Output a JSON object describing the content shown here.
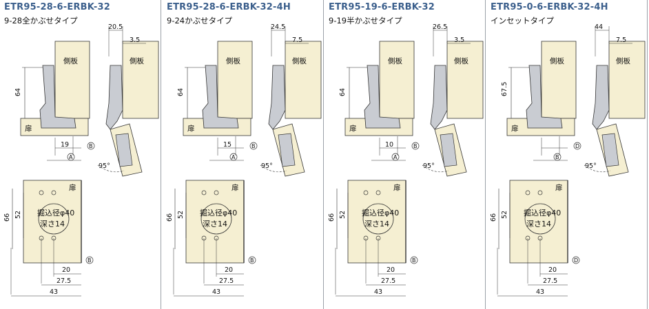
{
  "panels": [
    {
      "code": "ETR95-28-6-ERBK-32",
      "subtitle": "9-28全かぶせタイプ",
      "top_w": "20.5",
      "top_off": "3.5",
      "side_h": "64",
      "dist": "19",
      "mark_a": "A",
      "mark_b": "B",
      "angle": "95°",
      "side_panel": "側板",
      "door": "扉",
      "h66": "66",
      "h52": "52",
      "bore1": "掘込径φ40",
      "bore2": "深さ14",
      "b20": "20",
      "b275": "27.5",
      "b43": "43"
    },
    {
      "code": "ETR95-28-6-ERBK-32-4H",
      "subtitle": "9-24かぶせタイプ",
      "top_w": "24.5",
      "top_off": "7.5",
      "side_h": "64",
      "dist": "15",
      "mark_a": "A",
      "mark_b": "B",
      "angle": "95°",
      "side_panel": "側板",
      "door": "扉",
      "h66": "66",
      "h52": "52",
      "bore1": "掘込径φ40",
      "bore2": "深さ14",
      "b20": "20",
      "b275": "27.5",
      "b43": "43"
    },
    {
      "code": "ETR95-19-6-ERBK-32",
      "subtitle": "9-19半かぶせタイプ",
      "top_w": "26.5",
      "top_off": "3.5",
      "side_h": "64",
      "dist": "10",
      "mark_a": "A",
      "mark_b": "B",
      "angle": "95°",
      "side_panel": "側板",
      "door": "扉",
      "h66": "66",
      "h52": "52",
      "bore1": "掘込径φ40",
      "bore2": "深さ14",
      "b20": "20",
      "b275": "27.5",
      "b43": "43"
    },
    {
      "code": "ETR95-0-6-ERBK-32-4H",
      "subtitle": "インセットタイプ",
      "top_w": "44",
      "top_off": "7.5",
      "side_h": "67.5",
      "dist": "",
      "mark_a": "B",
      "mark_b": "D",
      "angle": "95°",
      "side_panel": "側板",
      "door": "扉",
      "h66": "66",
      "h52": "52",
      "bore1": "掘込径φ40",
      "bore2": "深さ14",
      "b20": "20",
      "b275": "27.5",
      "b43": "43"
    }
  ]
}
